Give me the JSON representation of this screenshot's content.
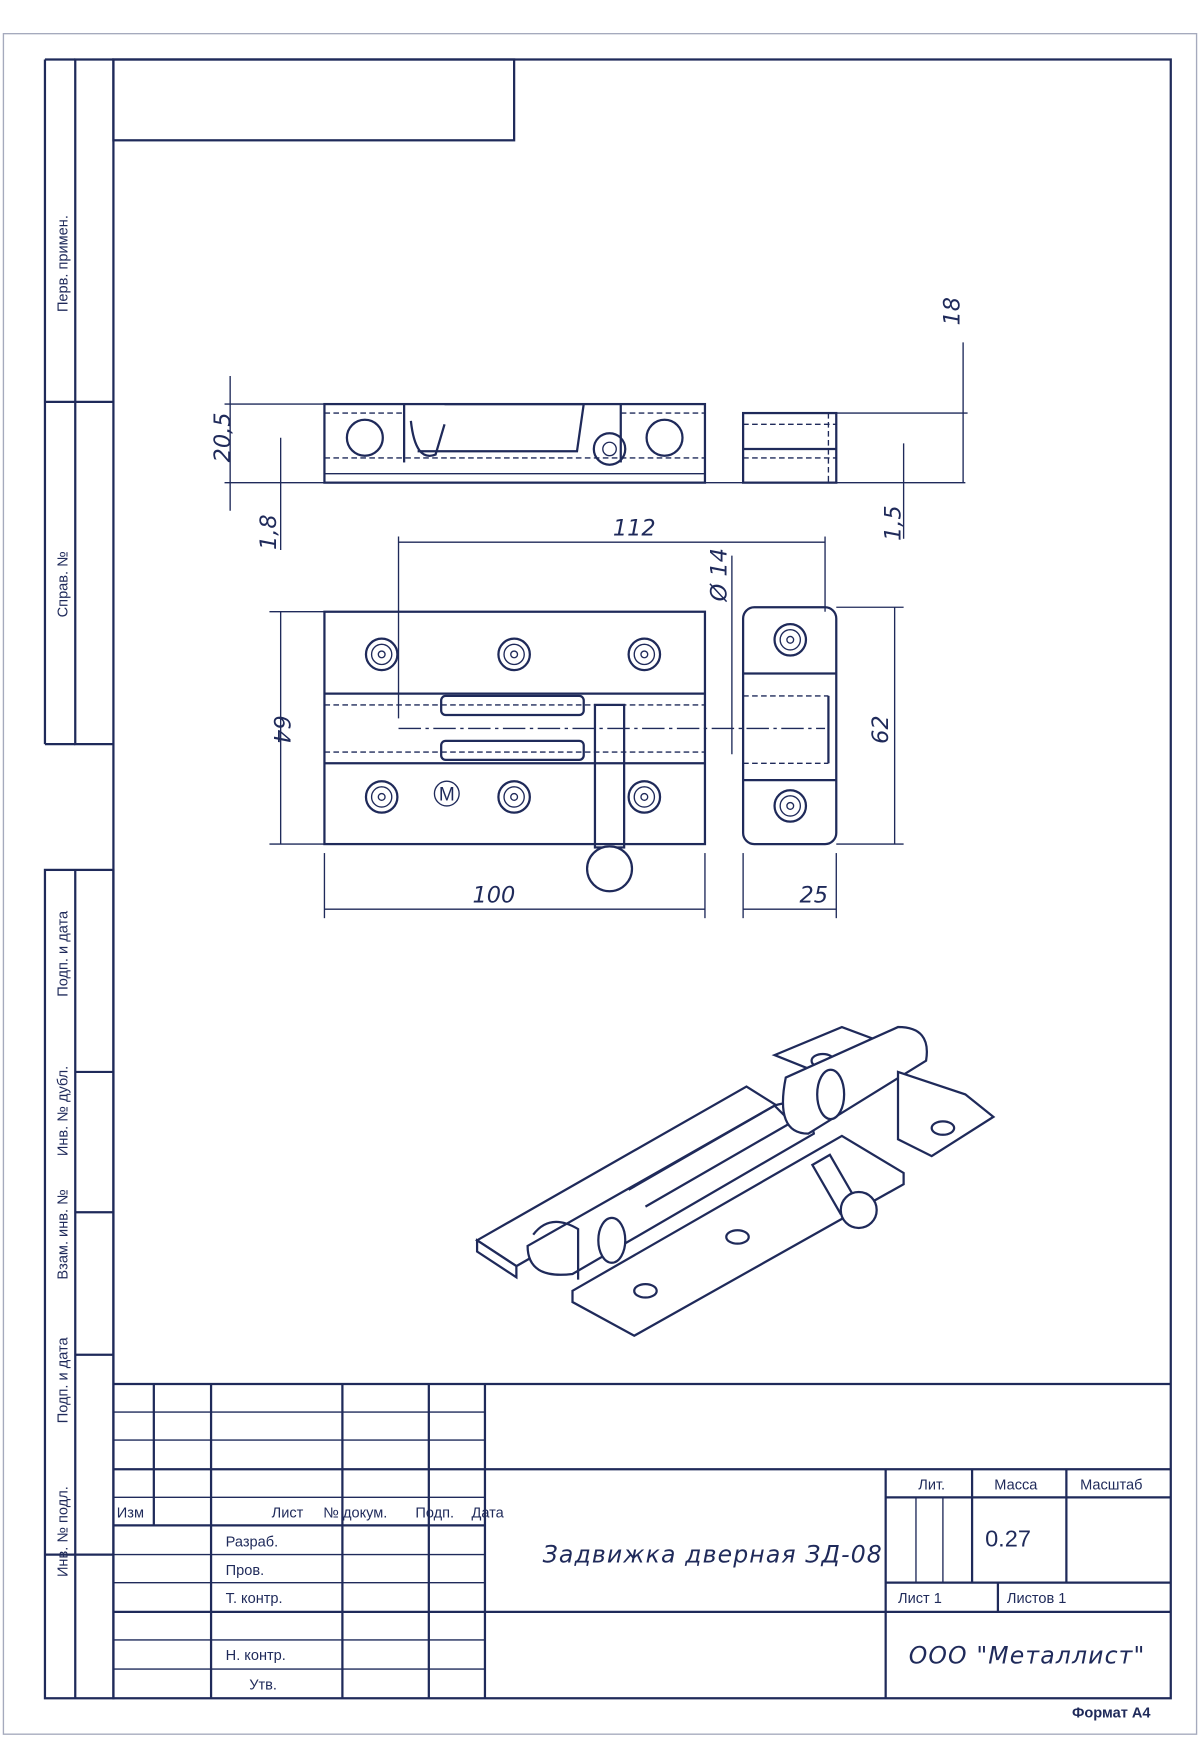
{
  "side_strip": {
    "perv_primen": "Перв. примен.",
    "sprav_no": "Справ. №",
    "podp_data_1": "Подп. и дата",
    "inv_dubl": "Инв. № дубл.",
    "vzam_inv": "Взам. инв. №",
    "podp_data_2": "Подп. и дата",
    "inv_podl": "Инв. № подл."
  },
  "dimensions": {
    "d_112": "112",
    "d_100": "100",
    "d_25": "25",
    "d_64": "64",
    "d_62": "62",
    "d_phi14": "Ø 14",
    "d_20_5": "20,5",
    "d_1_8": "1,8",
    "d_18": "18",
    "d_1_5": "1,5",
    "mark_m": "M"
  },
  "title_block": {
    "headers": {
      "izm": "Изм",
      "list": "Лист",
      "n_dokum": "№ докум.",
      "podp": "Подп.",
      "data": "Дата"
    },
    "roles": {
      "razrab": "Разраб.",
      "prov": "Пров.",
      "t_kontr": "Т. контр.",
      "n_kontr": "Н. контр.",
      "utv": "Утв."
    },
    "title": "Задвижка дверная ЗД-08",
    "lit": "Лит.",
    "massa": "Масса",
    "masshtab": "Масштаб",
    "mass_value": "0.27",
    "sheet": "Лист 1",
    "sheets": "Листов 1",
    "company": "ООО \"Металлист\"",
    "format": "Формат А4"
  },
  "colors": {
    "ink": "#1f2a5a",
    "paper": "#ffffff"
  }
}
